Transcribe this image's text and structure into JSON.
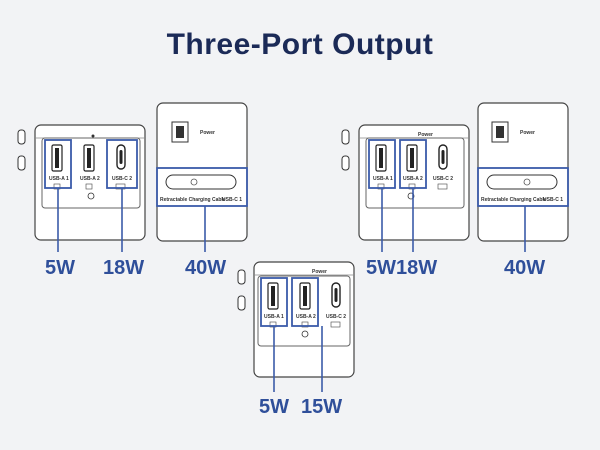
{
  "title": "Three-Port Output",
  "port_labels": {
    "usb_a1": "USB-A 1",
    "usb_a2": "USB-A 2",
    "usb_c2": "USB-C 2",
    "usb_c1": "USB-C 1",
    "power": "Power"
  },
  "cable_text": "Retractable Charging Cable",
  "config_left": {
    "usb_a1": "5W",
    "usb_a2": "18W",
    "usb_c1": "40W"
  },
  "config_right": {
    "usb_a1": "5W",
    "usb_a2": "18W",
    "usb_c1": "40W"
  },
  "config_bottom": {
    "usb_a1": "5W",
    "usb_a2": "15W"
  },
  "accent_color": "#3b5ba9",
  "title_color": "#1b2a57"
}
